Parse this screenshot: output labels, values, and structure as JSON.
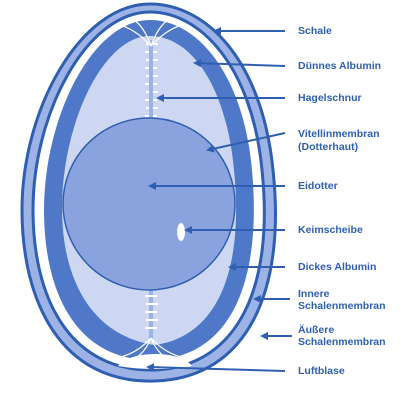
{
  "colors": {
    "shell_outer": "#2f5fb1",
    "shell_fill": "#9db3e6",
    "thin_albumen": "#4f79c8",
    "thick_albumen": "#cdd7f2",
    "yolk": "#8aa3de",
    "label_text": "#2f5fb1"
  },
  "labels": [
    {
      "id": "schale",
      "text": "Schale"
    },
    {
      "id": "duennes-albumin",
      "text": "Dünnes Albumin"
    },
    {
      "id": "hagelschnur",
      "text": "Hagelschnur"
    },
    {
      "id": "vitellinmembran",
      "text": "Vitellinmembran"
    },
    {
      "id": "dotterhaut",
      "text": "(Dotterhaut)"
    },
    {
      "id": "eidotter",
      "text": "Eidotter"
    },
    {
      "id": "keimscheibe",
      "text": "Keimscheibe"
    },
    {
      "id": "dickes-albumin",
      "text": "Dickes Albumin"
    },
    {
      "id": "innere",
      "text": "Innere"
    },
    {
      "id": "innere-schalenmembran",
      "text": "Schalenmembran"
    },
    {
      "id": "aeussere",
      "text": "Äußere"
    },
    {
      "id": "aeussere-schalenmembran",
      "text": "Schalenmembran"
    },
    {
      "id": "luftblase",
      "text": "Luftblase"
    }
  ]
}
